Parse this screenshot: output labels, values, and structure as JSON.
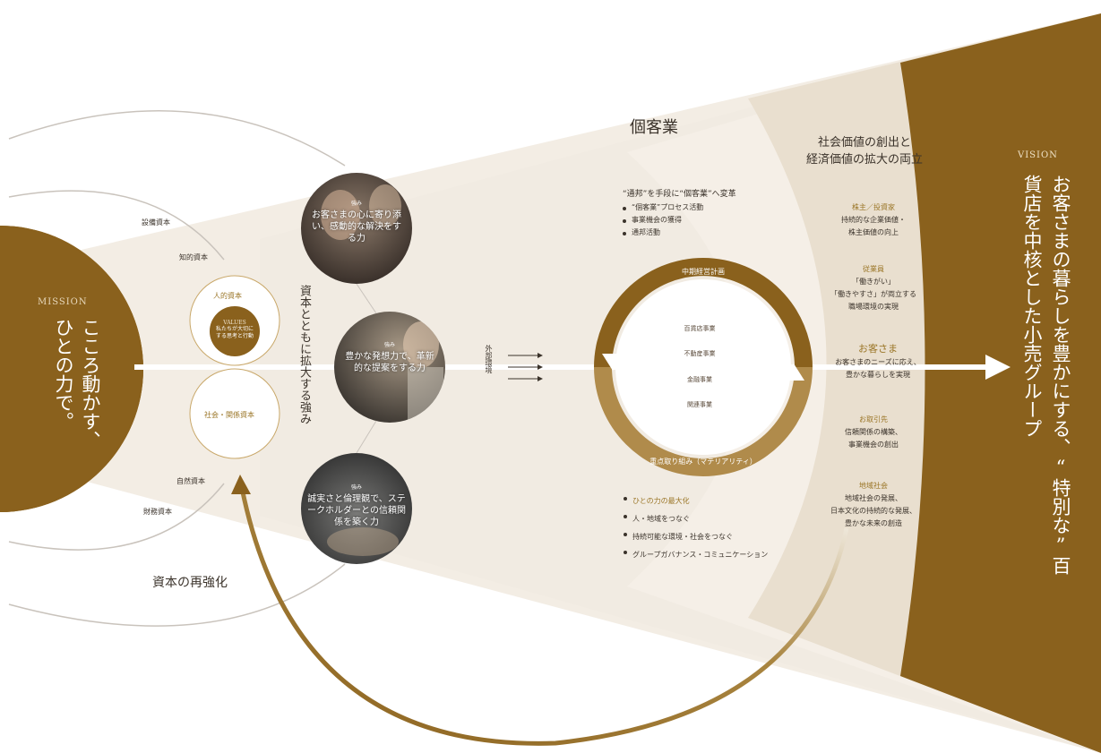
{
  "colors": {
    "brand_gold": "#8a611d",
    "light_beige": "#e9dfcf",
    "pale": "#f3ede4",
    "text": "#3b332b"
  },
  "mission": {
    "label": "MISSION",
    "text": "こころ動かす、ひとの力で。"
  },
  "vision": {
    "label": "VISION",
    "text": "お客さまの暮らしを豊かにする、“特別な”百貨店を中核とした小売グループ"
  },
  "capitals": {
    "equipment": "設備資本",
    "intellectual": "知的資本",
    "human": "人的資本",
    "values_title": "VALUES",
    "values_text": "私たちが大切にする思考と行動",
    "social": "社会・関係資本",
    "natural": "自然資本",
    "financial": "財務資本"
  },
  "reinforce_label": "資本の再強化",
  "expand_label": "資本とともに拡大する強み",
  "strengths": [
    {
      "tag": "強み",
      "text": "お客さまの心に寄り添い、感動的な解決をする力"
    },
    {
      "tag": "強み",
      "text": "豊かな発想力で、革新的な提案をする力"
    },
    {
      "tag": "強み",
      "text": "誠実さと倫理観で、ステークホルダーとの信頼関係を築く力"
    }
  ],
  "external_env": "外部環境",
  "kokyakugyo": {
    "title": "個客業",
    "sub_title": "“通邦”を手段に“個客業”へ変革",
    "items": [
      "“個客業”プロセス活動",
      "事業機会の獲得",
      "通邦活動"
    ]
  },
  "plan_ring": {
    "top_label": "中期経営計画",
    "bottom_label": "重点取り組み（マテリアリティ）",
    "businesses": [
      "百貨店事業",
      "不動産事業",
      "金融事業",
      "関連事業"
    ]
  },
  "materiality": [
    "ひとの力の最大化",
    "人・地域をつなぐ",
    "持続可能な環境・社会をつなぐ",
    "グループガバナンス・コミュニケーション"
  ],
  "value_creation": {
    "title_line1": "社会価値の創出と",
    "title_line2": "経済価値の拡大の両立",
    "groups": [
      {
        "head": "株主／投資家",
        "lines": [
          "持続的な企業価値・",
          "株主価値の向上"
        ]
      },
      {
        "head": "従業員",
        "lines": [
          "「働きがい」",
          "「働きやすさ」が両立する",
          "職場環境の実現"
        ]
      },
      {
        "head": "お客さま",
        "lines": [
          "お客さまのニーズに応え、",
          "豊かな暮らしを実現"
        ]
      },
      {
        "head": "お取引先",
        "lines": [
          "信頼関係の構築、",
          "事業機会の創出"
        ]
      },
      {
        "head": "地域社会",
        "lines": [
          "地域社会の発展、",
          "日本文化の持続的な発展、",
          "豊かな未来の創造"
        ]
      }
    ]
  }
}
